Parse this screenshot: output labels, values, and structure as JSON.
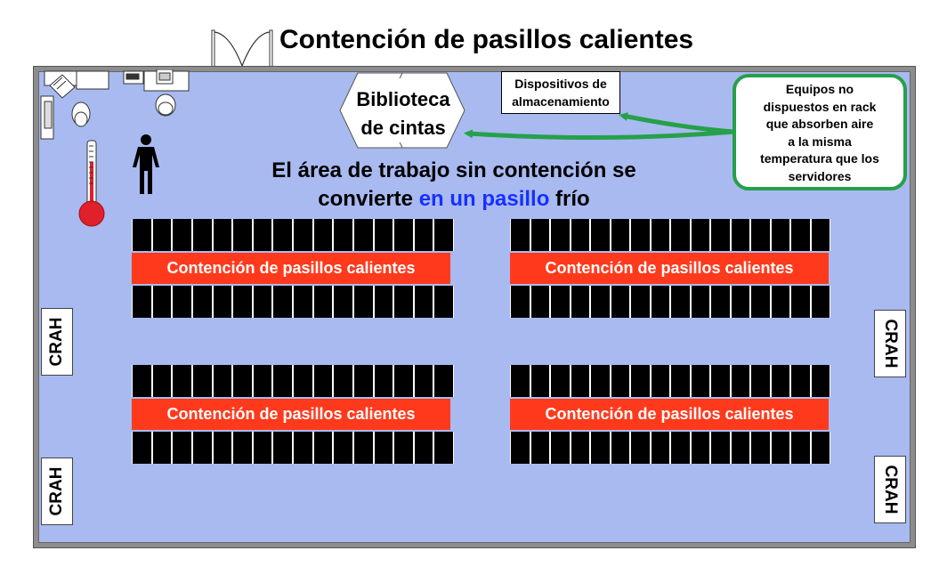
{
  "title": "Contención de pasillos calientes",
  "tape_library": {
    "line1": "Biblioteca",
    "line2": "de cintas"
  },
  "storage_devices": {
    "line1": "Dispositivos de",
    "line2": "almacenamiento"
  },
  "non_rack_callout": {
    "lines": [
      "Equipos no",
      "dispuestos en rack",
      "que absorben aire",
      "a la misma",
      "temperatura que los",
      "servidores"
    ]
  },
  "work_area_text": {
    "line1": "El área de trabajo sin contención se",
    "line2_prefix": "convierte ",
    "line2_highlight": "en un pasillo",
    "line2_suffix": " frío"
  },
  "rows": [
    {
      "label": "Contención de pasillos calientes"
    },
    {
      "label": "Contención de pasillos calientes"
    },
    {
      "label": "Contención de pasillos calientes"
    },
    {
      "label": "Contención de pasillos calientes"
    }
  ],
  "crah_units": [
    "CRAH",
    "CRAH",
    "CRAH",
    "CRAH"
  ],
  "colors": {
    "room_floor": "#a9baf0",
    "hot_aisle": "#ff3a1c",
    "callout_border": "#26a04a",
    "arrow": "#26a04a",
    "highlight_text": "#1530ff",
    "thermometer": "#e0202a"
  },
  "icons": [
    "door-icon",
    "office-desk-icon",
    "person-icon",
    "thermometer-icon",
    "green-arrow-icon"
  ]
}
